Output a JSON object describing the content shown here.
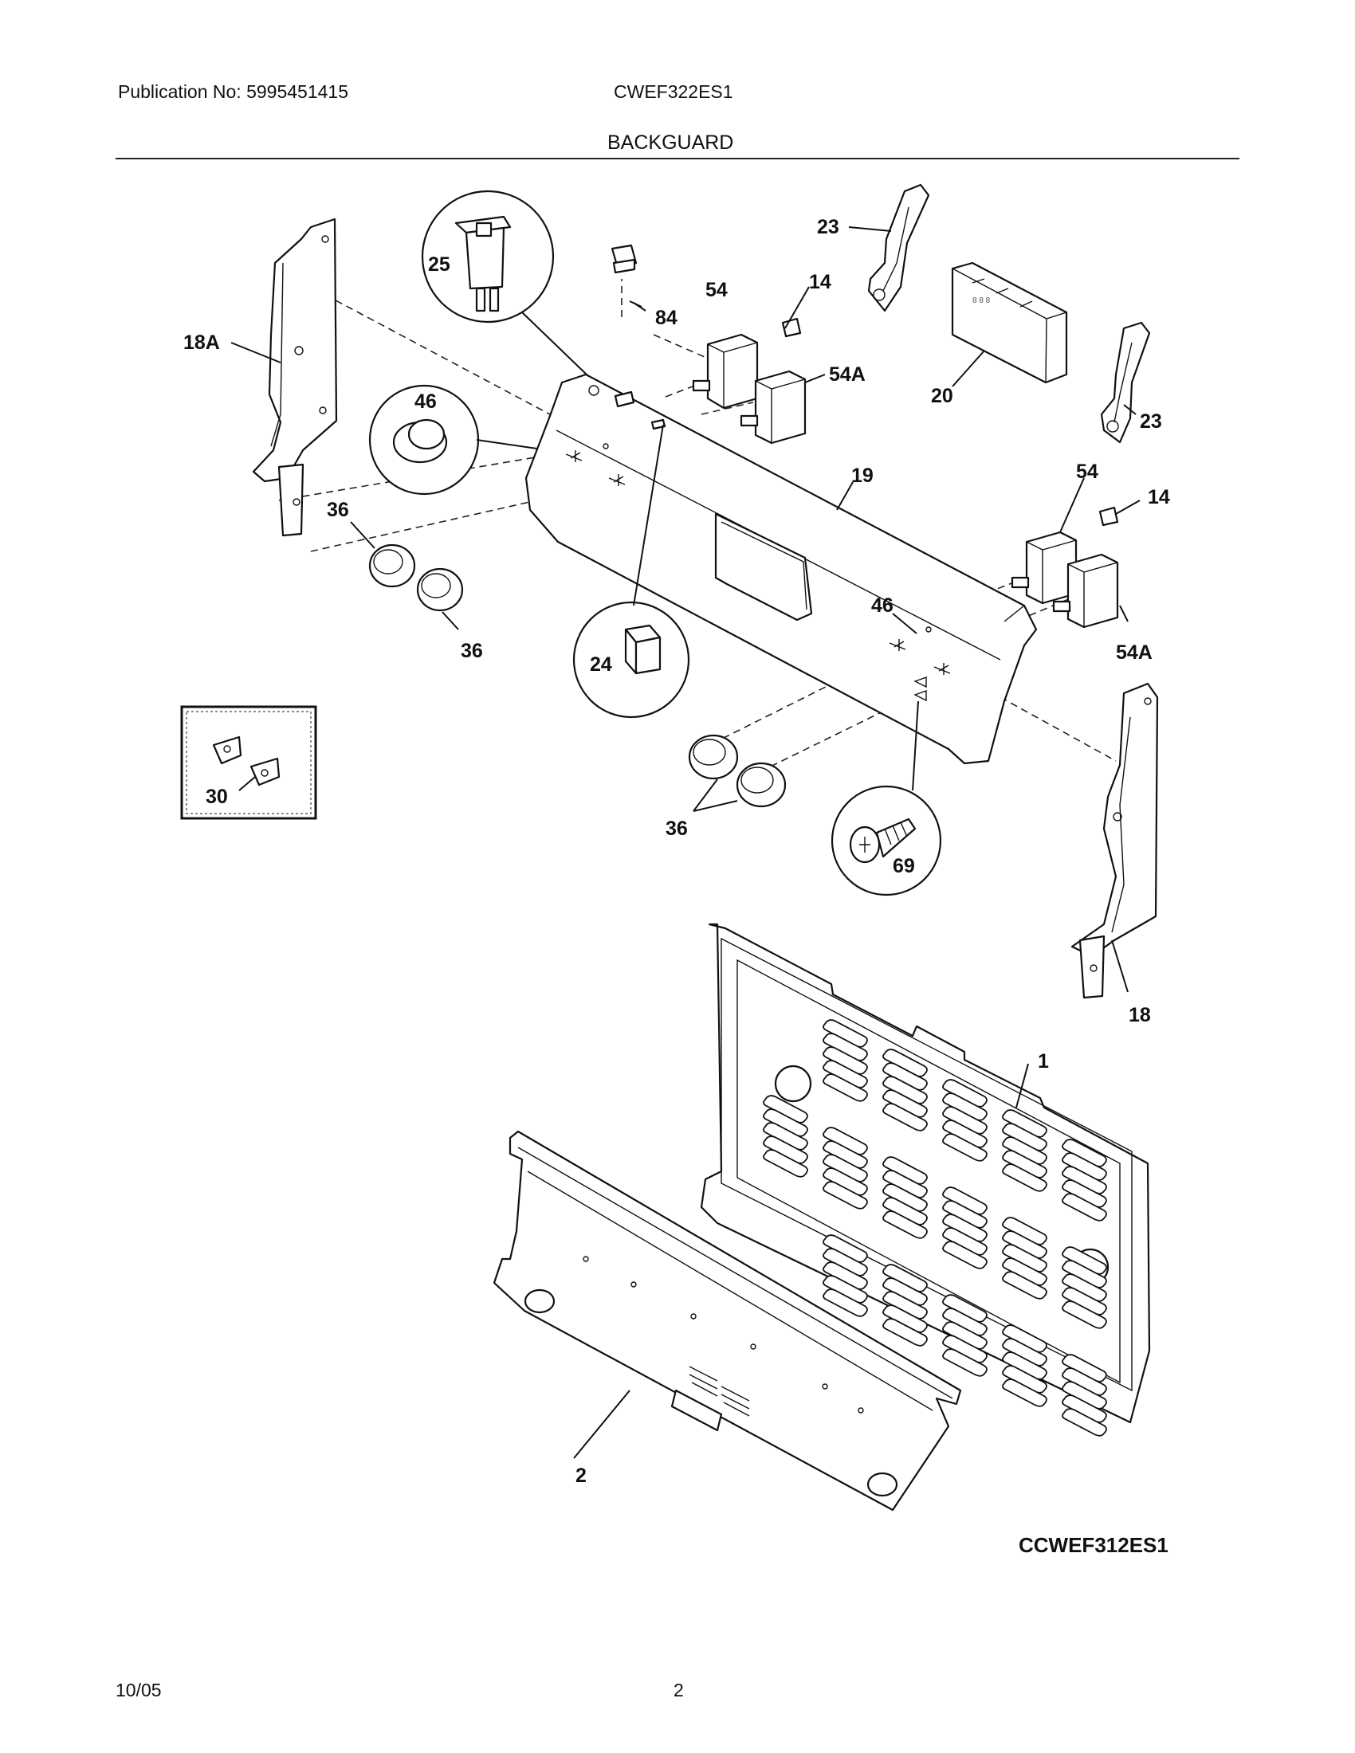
{
  "header": {
    "publication": "Publication No: 5995451415",
    "model": "CWEF322ES1",
    "section_title": "BACKGUARD"
  },
  "diagram": {
    "callouts": {
      "c18a": "18A",
      "c25": "25",
      "c84": "84",
      "c54_top": "54",
      "c14_top": "14",
      "c23_top": "23",
      "c20": "20",
      "c54a_top": "54A",
      "c46_left": "46",
      "c23_right": "23",
      "c19": "19",
      "c54_right": "54",
      "c14_right": "14",
      "c36_a": "36",
      "c36_b": "36",
      "c46_right": "46",
      "c54a_right": "54A",
      "c24": "24",
      "c30": "30",
      "c36_c": "36",
      "c69": "69",
      "c18": "18",
      "c1": "1",
      "c2": "2"
    },
    "diagram_code": "CCWEF312ES1"
  },
  "footer": {
    "date": "10/05",
    "page": "2"
  }
}
